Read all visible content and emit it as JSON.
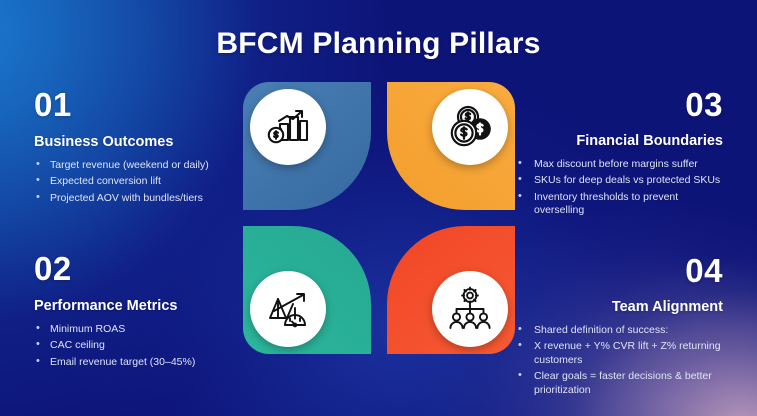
{
  "slide": {
    "title": "BFCM Planning Pillars",
    "background_colors": {
      "top_left": "#1a6fc4",
      "bottom_left": "#121a8c",
      "center": "#15239b",
      "bottom_right": "#8a7ba8"
    }
  },
  "pillars": [
    {
      "number": "01",
      "title": "Business Outcomes",
      "color": "#3b6ea8",
      "icon": "bar-chart-growth-money-icon",
      "bullets": [
        "Target revenue (weekend or daily)",
        "Expected conversion lift",
        "Projected AOV with bundles/tiers"
      ]
    },
    {
      "number": "02",
      "title": "Performance Metrics",
      "color": "#2cb49b",
      "icon": "chart-gauge-icon",
      "bullets": [
        "Minimum ROAS",
        "CAC ceiling",
        "Email revenue target (30–45%)"
      ]
    },
    {
      "number": "03",
      "title": "Financial Boundaries",
      "color": "#f7a53a",
      "icon": "dollar-coins-icon",
      "bullets": [
        "Max discount before margins suffer",
        "SKUs for deep deals vs protected SKUs",
        "Inventory thresholds to prevent overselling"
      ]
    },
    {
      "number": "04",
      "title": "Team Alignment",
      "color": "#f5542f",
      "icon": "gear-team-hierarchy-icon",
      "bullets": [
        "Shared definition of success:",
        "X revenue + Y% CVR lift + Z% returning customers",
        "Clear goals = faster decisions & better prioritization"
      ]
    }
  ]
}
